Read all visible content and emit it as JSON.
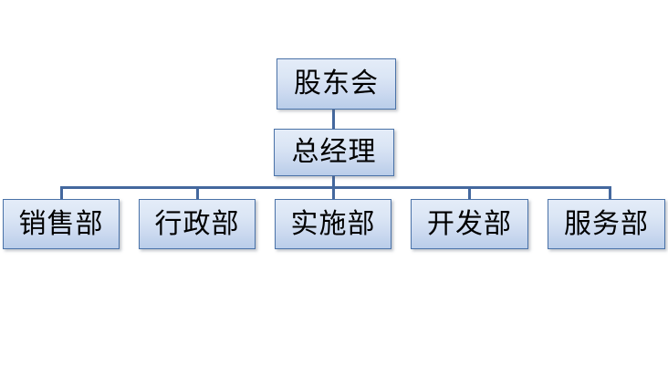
{
  "chart_data": {
    "type": "diagram",
    "diagram_type": "organizational-chart",
    "title": "",
    "orientation": "top-down",
    "levels": 3,
    "nodes": [
      {
        "id": "shareholders",
        "label": "股东会",
        "level": 1,
        "parent": null
      },
      {
        "id": "general-manager",
        "label": "总经理",
        "level": 2,
        "parent": "shareholders"
      },
      {
        "id": "sales",
        "label": "销售部",
        "level": 3,
        "parent": "general-manager"
      },
      {
        "id": "administration",
        "label": "行政部",
        "level": 3,
        "parent": "general-manager"
      },
      {
        "id": "implementation",
        "label": "实施部",
        "level": 3,
        "parent": "general-manager"
      },
      {
        "id": "development",
        "label": "开发部",
        "level": 3,
        "parent": "general-manager"
      },
      {
        "id": "service",
        "label": "服务部",
        "level": 3,
        "parent": "general-manager"
      }
    ],
    "edges": [
      {
        "from": "shareholders",
        "to": "general-manager"
      },
      {
        "from": "general-manager",
        "to": "sales"
      },
      {
        "from": "general-manager",
        "to": "administration"
      },
      {
        "from": "general-manager",
        "to": "implementation"
      },
      {
        "from": "general-manager",
        "to": "development"
      },
      {
        "from": "general-manager",
        "to": "service"
      }
    ]
  },
  "chart": {
    "top": {
      "label": "股东会"
    },
    "manager": {
      "label": "总经理"
    },
    "departments": [
      {
        "label": "销售部"
      },
      {
        "label": "行政部"
      },
      {
        "label": "实施部"
      },
      {
        "label": "开发部"
      },
      {
        "label": "服务部"
      }
    ]
  },
  "colors": {
    "background": "#ffffff",
    "box_fill_top": "#e4ecf8",
    "box_fill_bottom": "#b9cde9",
    "box_border": "#4a72a8",
    "connector": "#44689e",
    "text": "#000000"
  }
}
